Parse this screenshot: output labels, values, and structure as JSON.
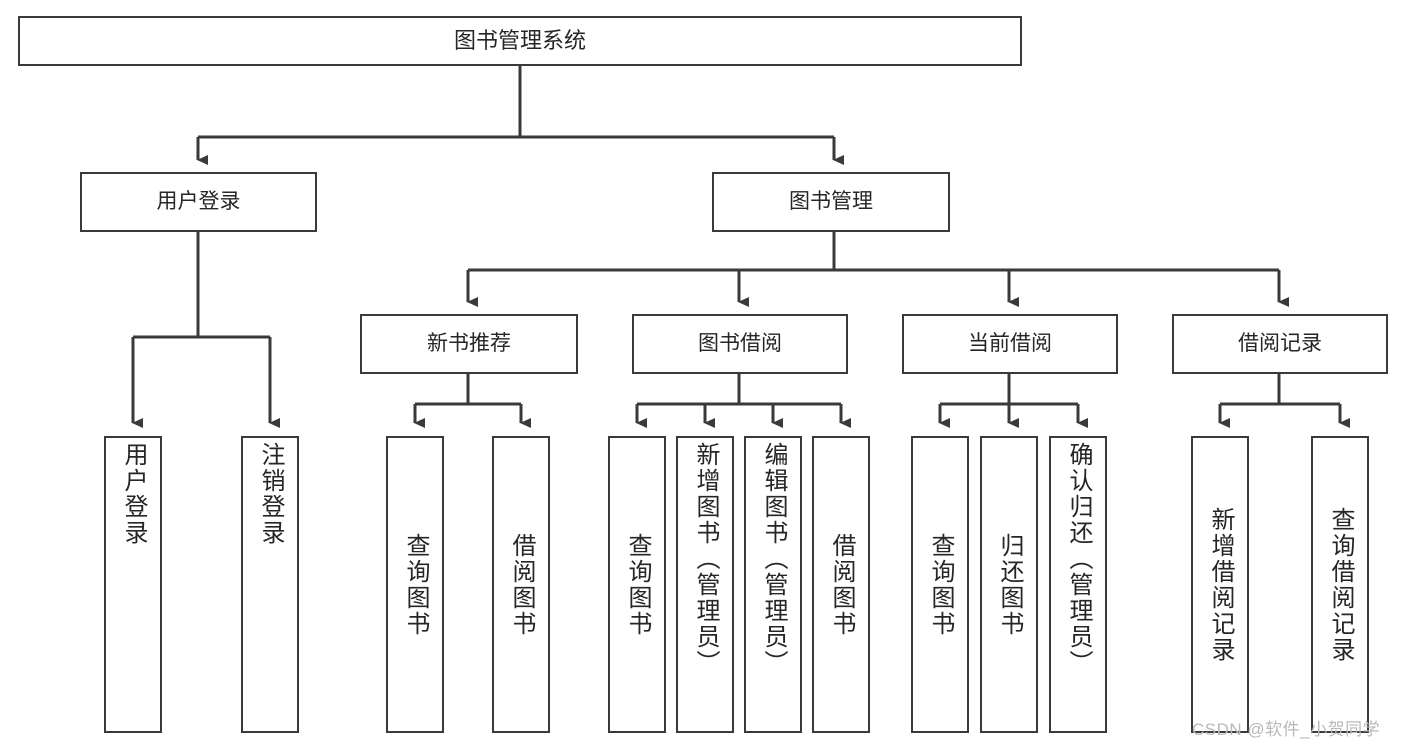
{
  "diagram": {
    "title": "图书管理系统",
    "type": "tree",
    "root": {
      "label": "图书管理系统"
    },
    "level1": [
      {
        "label": "用户登录"
      },
      {
        "label": "图书管理"
      }
    ],
    "level2": [
      {
        "label": "新书推荐"
      },
      {
        "label": "图书借阅"
      },
      {
        "label": "当前借阅"
      },
      {
        "label": "借阅记录"
      }
    ],
    "leaves": {
      "user_login": [
        {
          "label": "用户登录"
        },
        {
          "label": "注销登录"
        }
      ],
      "new_book_recommend": [
        {
          "label": "查询图书"
        },
        {
          "label": "借阅图书"
        }
      ],
      "book_borrow": [
        {
          "label": "查询图书"
        },
        {
          "label": "新增图书（管理员）"
        },
        {
          "label": "编辑图书（管理员）"
        },
        {
          "label": "借阅图书"
        }
      ],
      "current_borrow": [
        {
          "label": "查询图书"
        },
        {
          "label": "归还图书"
        },
        {
          "label": "确认归还（管理员）"
        }
      ],
      "borrow_record": [
        {
          "label": "新增借阅记录"
        },
        {
          "label": "查询借阅记录"
        }
      ]
    }
  },
  "watermark": {
    "text": "CSDN @软件_小贺同学"
  },
  "colors": {
    "border": "#3a3a3a",
    "text": "#262626",
    "background": "#ffffff",
    "watermark": "#b9b9b9"
  }
}
